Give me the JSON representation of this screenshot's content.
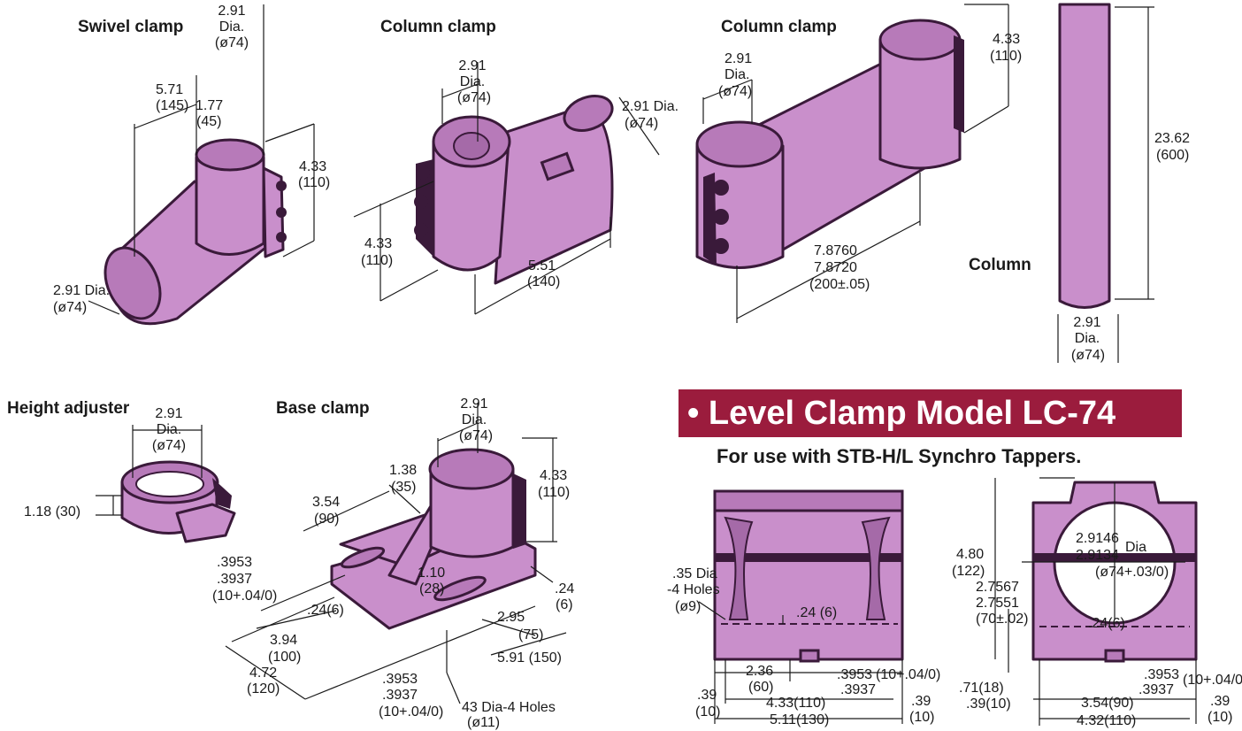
{
  "colors": {
    "part_fill": "#c98fcb",
    "part_dark": "#3a1a3a",
    "banner_bg": "#9b1c3d",
    "banner_text": "#ffffff",
    "line": "#1a1a1a"
  },
  "sections": {
    "swivel_clamp": "Swivel clamp",
    "column_clamp_1": "Column clamp",
    "column_clamp_2": "Column clamp",
    "column": "Column",
    "height_adjuster": "Height adjuster",
    "base_clamp": "Base clamp"
  },
  "banner": {
    "title": "• Level Clamp Model LC-74",
    "subtitle": "For use with STB-H/L Synchro Tappers."
  },
  "dims": {
    "swivel": {
      "top_dia": "2.91",
      "top_dia_label": "Dia.",
      "top_dia_mm": "(ø74)",
      "len1": "5.71",
      "len1_mm": "(145)",
      "len2": "1.77",
      "len2_mm": "(45)",
      "h": "4.33",
      "h_mm": "(110)",
      "bottom_dia": "2.91 Dia.",
      "bottom_dia_mm": "(ø74)"
    },
    "col1": {
      "top_dia": "2.91",
      "top_dia_label": "Dia.",
      "top_dia_mm": "(ø74)",
      "right_dia": "2.91 Dia.",
      "right_dia_mm": "(ø74)",
      "h": "4.33",
      "h_mm": "(110)",
      "len": "5.51",
      "len_mm": "(140)"
    },
    "col2": {
      "dia": "2.91",
      "dia_label": "Dia.",
      "dia_mm": "(ø74)",
      "h": "4.33",
      "h_mm": "(110)",
      "l1": "7.8760",
      "l2": "7.8720",
      "l_mm": "(200±.05)"
    },
    "column": {
      "h": "23.62",
      "h_mm": "(600)",
      "dia": "2.91",
      "dia_label": "Dia.",
      "dia_mm": "(ø74)"
    },
    "height": {
      "dia": "2.91",
      "dia_label": "Dia.",
      "dia_mm": "(ø74)",
      "h": "1.18 (30)"
    },
    "base": {
      "top_dia": "2.91",
      "top_dia_label": "Dia.",
      "top_dia_mm": "(ø74)",
      "a": "1.38",
      "a_mm": "(35)",
      "b": "3.54",
      "b_mm": "(90)",
      "h": "4.33",
      "h_mm": "(110)",
      "c": "1.10",
      "c_mm": "(28)",
      "d": ".24",
      "d_mm": "(6)",
      "e": ".24(6)",
      "f1": ".3953",
      "f2": ".3937",
      "f_tol": "(10+.04/0)",
      "g": "3.94",
      "g_mm": "(100)",
      "k": "4.72",
      "k_mm": "(120)",
      "m": "2.95",
      "m_mm": "(75)",
      "n": "5.91 (150)",
      "p1": ".3953",
      "p2": ".3937",
      "p_tol": "(10+.04/0)",
      "holes": "43 Dia-4 Holes",
      "holes_mm": "(ø11)"
    },
    "lc_left": {
      "holes": ".35 Dia",
      "holes2": "-4 Holes",
      "holes_mm": "(ø9)",
      "dep": ".24 (6)",
      "a": "2.36",
      "a_mm": "(60)",
      "b1": ".3953",
      "b_tol": "(10+.04/0)",
      "b2": ".3937",
      "c": ".39",
      "c_mm": "(10)",
      "d": "4.33(110)",
      "e": ".39",
      "e_mm": "(10)",
      "f": "5.11(130)"
    },
    "lc_right": {
      "h": "4.80",
      "h_mm": "(122)",
      "dia1": "2.9146",
      "dia2": "2.9134",
      "dia_label": "Dia",
      "dia_mm": "(ø74+.03/0)",
      "w1": "2.7567",
      "w2": "2.7551",
      "w_mm": "(70±.02)",
      "dep": ".24(6)",
      "a": ".71(18)",
      "b": ".39(10)",
      "c": "3.54(90)",
      "d1": ".3953",
      "d_tol": "(10+.04/0)",
      "d2": ".3937",
      "e": ".39",
      "e_mm": "(10)",
      "f": "4.32(110)"
    }
  }
}
